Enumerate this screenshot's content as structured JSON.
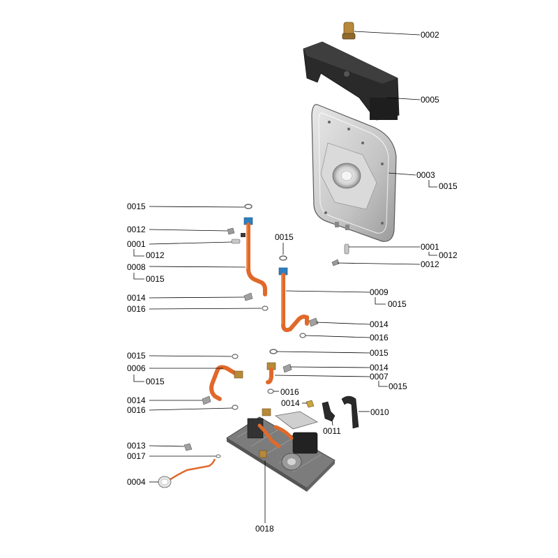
{
  "diagram": {
    "title": "Exploded parts diagram",
    "colors": {
      "background": "#ffffff",
      "pipe": "#e0692a",
      "pipe_dark": "#b8481a",
      "metal": "#c8c8c8",
      "metal_dark": "#8c8c8c",
      "black_part": "#2a2a2a",
      "brass": "#b8893a",
      "blue_seal": "#2f7fc0",
      "line": "#000000"
    },
    "labels": {
      "p0002": "0002",
      "p0005": "0005",
      "p0003": "0003",
      "p0015_a": "0015",
      "p0015_b": "0015",
      "p0012_a": "0012",
      "p0001_a": "0001",
      "p0012_b": "0012",
      "p0008": "0008",
      "p0015_c": "0015",
      "p0015_d": "0015",
      "p0001_b": "0001",
      "p0012_c": "0012",
      "p0012_d": "0012",
      "p0014_a": "0014",
      "p0016_a": "0016",
      "p0009": "0009",
      "p0015_e": "0015",
      "p0014_b": "0014",
      "p0016_b": "0016",
      "p0015_f": "0015",
      "p0015_g": "0015",
      "p0006": "0006",
      "p0015_h": "0015",
      "p0014_c": "0014",
      "p0007": "0007",
      "p0015_i": "0015",
      "p0016_c": "0016",
      "p0014_d": "0014",
      "p0010": "0010",
      "p0014_e": "0014",
      "p0016_d": "0016",
      "p0011": "0011",
      "p0013": "0013",
      "p0017": "0017",
      "p0004": "0004",
      "p0018": "0018"
    }
  }
}
